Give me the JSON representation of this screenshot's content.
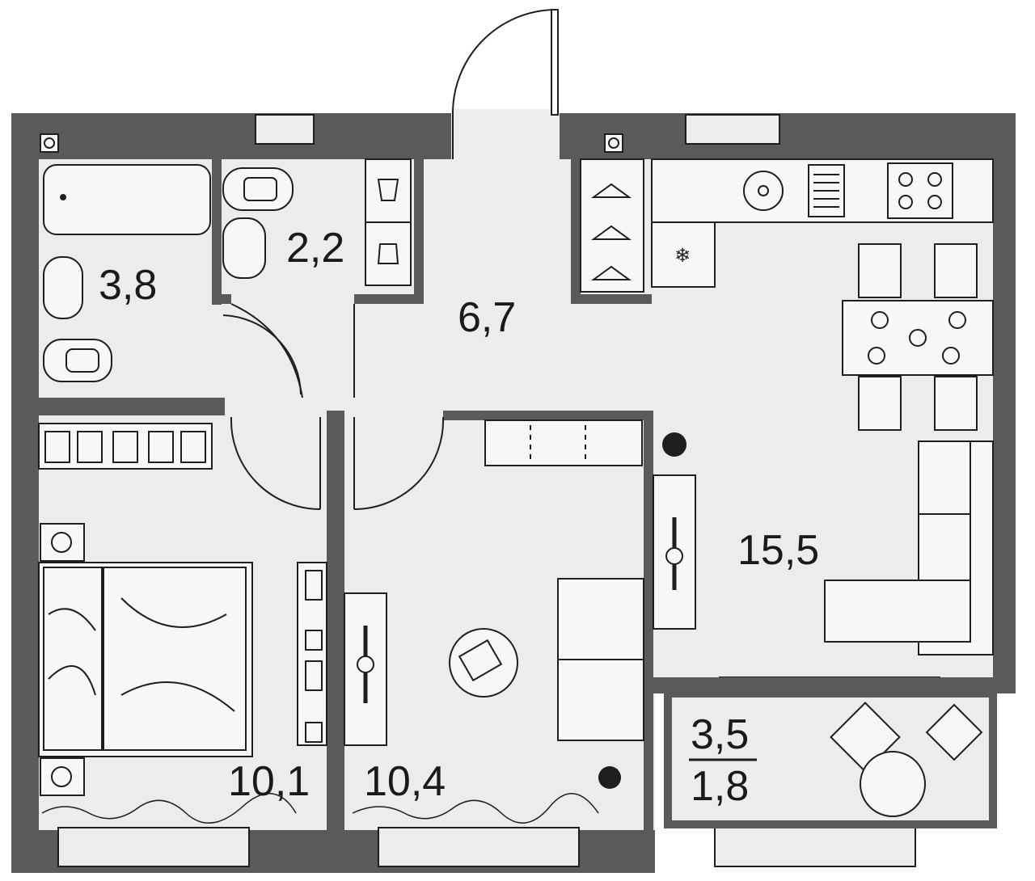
{
  "rooms": {
    "bathroom": "3,8",
    "toilet": "2,2",
    "hall": "6,7",
    "kitchen": "15,5",
    "bedroom": "10,1",
    "living": "10,4",
    "balcony_total": "3,5",
    "balcony_reduced": "1,8"
  },
  "icons": {
    "entrance": "door-arc-icon",
    "wardrobe": "hanger-icon",
    "stove": "cooktop-icon",
    "sink": "sink-icon",
    "plant": "plant-icon",
    "tv": "tv-icon",
    "bed": "bed-icon"
  },
  "colors": {
    "wall": "#5a5a5a",
    "floor": "#ececec",
    "line": "#1e1e1e",
    "furniture": "#f7f7f7"
  }
}
